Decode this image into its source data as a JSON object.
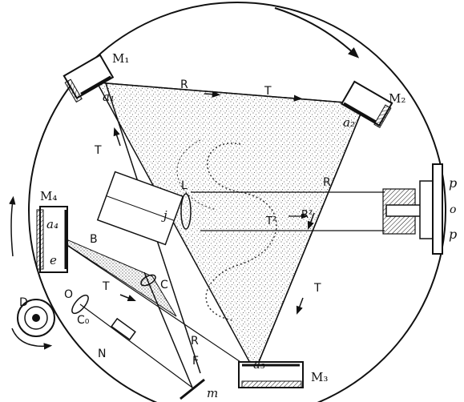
{
  "labels": {
    "m1": "M₁",
    "m2": "M₂",
    "m3": "M₃",
    "m4": "M₄",
    "a1": "a₁",
    "a2": "a₂",
    "a3": "a₃",
    "a4": "a₄",
    "e": "e",
    "r_top": "R",
    "t_top": "T",
    "t_left": "T",
    "r_right": "R",
    "t_right": "T",
    "l_lens": "L",
    "j": "j",
    "t2": "T²",
    "r2": "R²",
    "b": "B",
    "t_lower": "T",
    "c": "C",
    "r_lower": "R",
    "o_lamp": "O",
    "c0": "C₀",
    "n": "N",
    "f": "F",
    "m_small": "m",
    "d": "D",
    "p_top": "p",
    "o_mid": "o",
    "p_bottom": "p"
  }
}
